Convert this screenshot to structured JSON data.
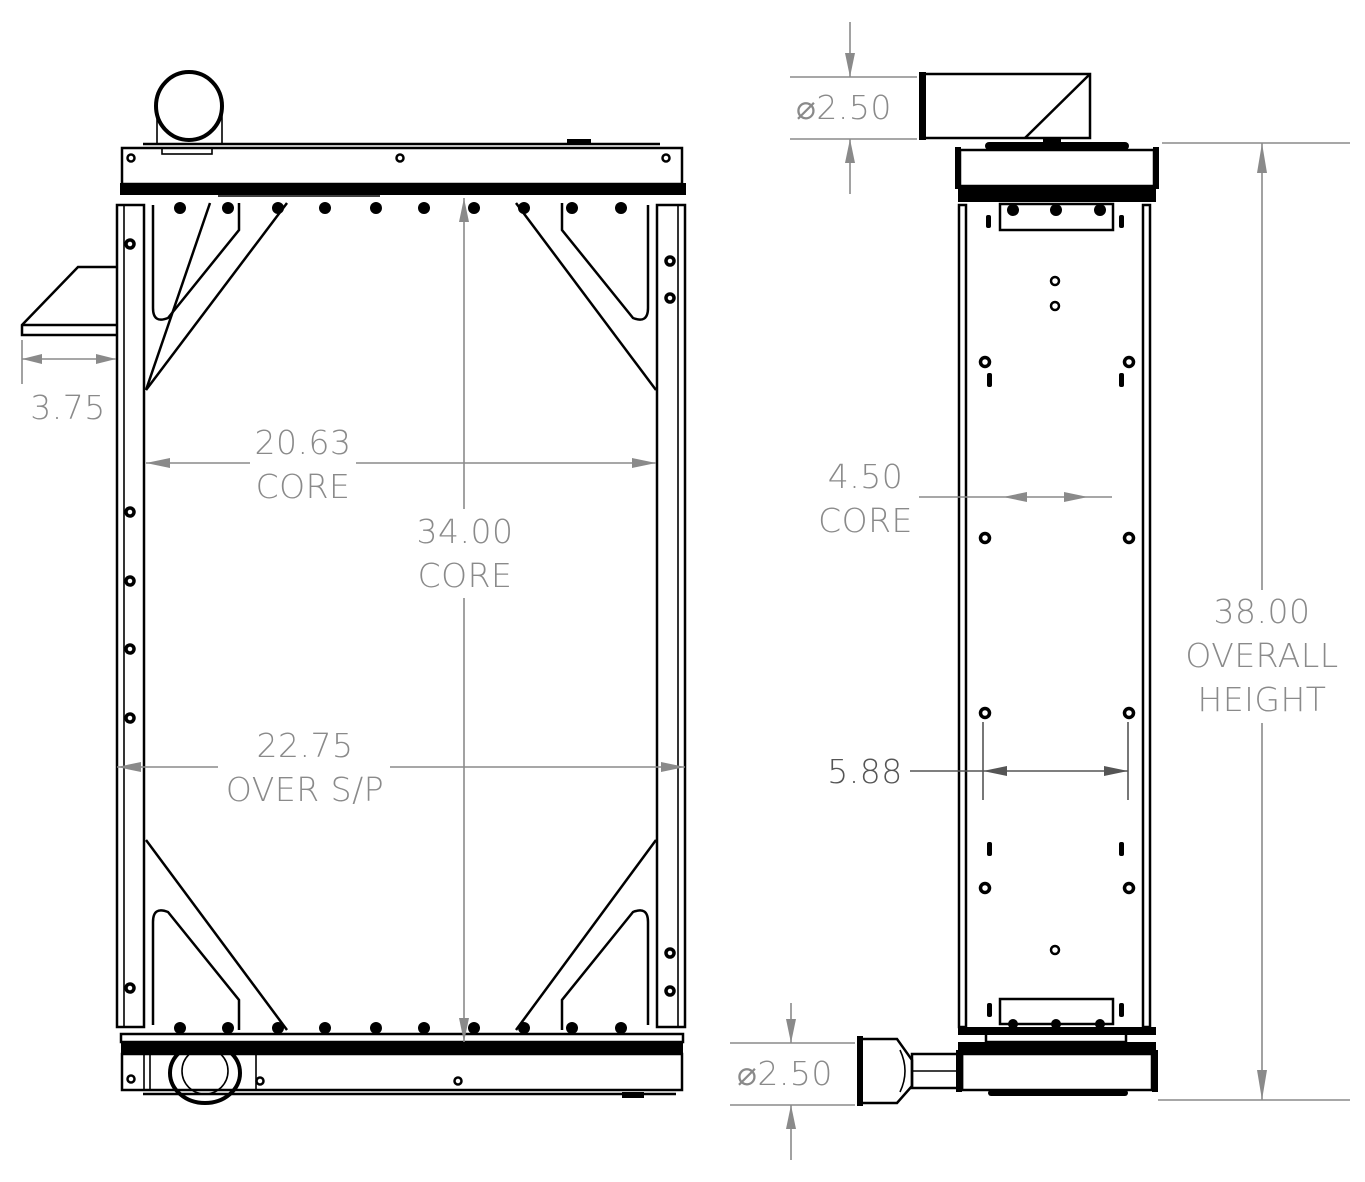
{
  "drawing": {
    "subject": "Radiator assembly",
    "views": [
      "front-view",
      "side-view"
    ]
  },
  "front_view": {
    "dimensions": {
      "offset": {
        "value": "3.75"
      },
      "core_width": {
        "value": "20.63",
        "label": "CORE"
      },
      "core_height": {
        "value": "34.00",
        "label": "CORE"
      },
      "over_side_plates": {
        "value": "22.75",
        "label": "OVER S/P"
      }
    }
  },
  "side_view": {
    "dimensions": {
      "inlet_diameter": {
        "symbol": "⌀",
        "value": "2.50"
      },
      "outlet_diameter": {
        "symbol": "⌀",
        "value": "2.50"
      },
      "core_depth": {
        "value": "4.50",
        "label": "CORE"
      },
      "mount_spacing": {
        "value": "5.88"
      },
      "overall_height": {
        "value": "38.00",
        "label1": "OVERALL",
        "label2": "HEIGHT"
      }
    }
  },
  "colors": {
    "linework": "#000000",
    "dimension": "#8a8a8a",
    "dimension_dark": "#555555",
    "background": "#ffffff"
  }
}
